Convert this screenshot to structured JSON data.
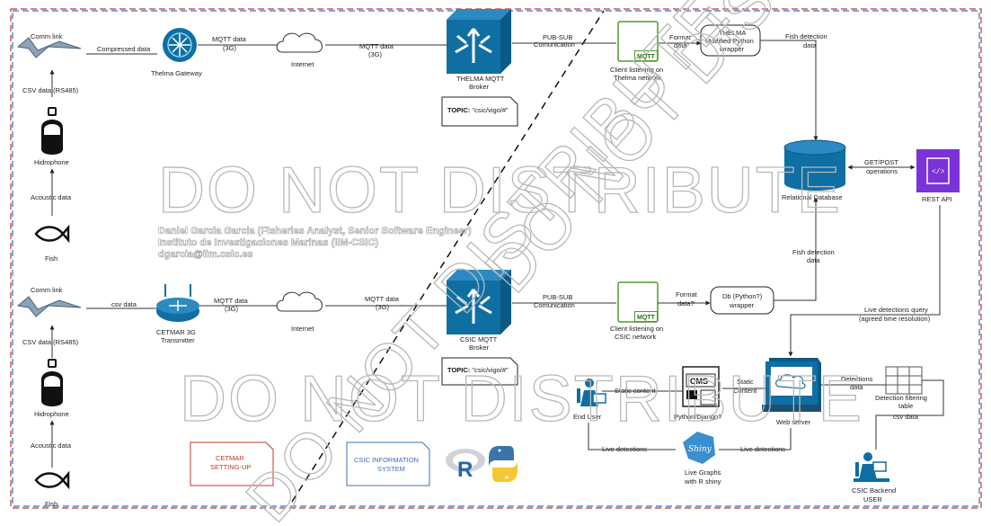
{
  "watermark": {
    "text": "DO NOT DISTRIBUTE",
    "author_name": "Daniel Garcia Garcia (Fisheries Analyst, Senior Software Engineer)",
    "author_org": "Instituto de Investigaciones Marinas (IIM-CSIC)",
    "author_email": "dgarcia@iim.csic.es"
  },
  "top_chain": {
    "comm_link": "Comm link",
    "compressed": "Compressed data",
    "csv": "CSV data (RS485)",
    "hydrophone": "Hidrophone",
    "acoustic": "Acoustic data",
    "fish": "Fish",
    "gateway": "Thelma Gateway",
    "mqtt1_a": "MQTT data",
    "mqtt1_b": "(3G)",
    "internet": "Internet",
    "mqtt2_a": "MQTT data",
    "mqtt2_b": "(3G)",
    "broker_a": "THELMA MQTT",
    "broker_b": "Broker",
    "topic_key": "TOPIC:",
    "topic_val": " \"csic/vigo/#\"",
    "pubsub_a": "PUB-SUB",
    "pubsub_b": "Comunication",
    "mqtt_badge": "MQTT",
    "client_a": "Client listening on",
    "client_b": "Thelma network",
    "format_a": "Format",
    "format_b": "data",
    "wrapper_a": "THELMA",
    "wrapper_b": "Modified Python",
    "wrapper_c": "wrapper",
    "fishdet_a": "Fish detection",
    "fishdet_b": "data"
  },
  "bottom_chain": {
    "comm_link": "Comm link",
    "csv_short": "csv data",
    "csv": "CSV data (RS485)",
    "hydrophone": "Hidrophone",
    "acoustic": "Acoustic data",
    "fish": "Fish",
    "transmitter_a": "CETMAR 3G",
    "transmitter_b": "Transmitter",
    "mqtt1_a": "MQTT data",
    "mqtt1_b": "(3G)",
    "internet": "Internet",
    "mqtt2_a": "MQTT data",
    "mqtt2_b": "(3G)",
    "broker_a": "CSIC MQTT",
    "broker_b": "Broker",
    "topic_key": "TOPIC:",
    "topic_val": " \"csic/vigo/#\"",
    "pubsub_a": "PUB-SUB",
    "pubsub_b": "Comunication",
    "mqtt_badge": "MQTT",
    "client_a": "Client listening on",
    "client_b": "CSIC network",
    "format_a": "Format",
    "format_b": "data?",
    "wrapper_a": "Db (Python?)",
    "wrapper_b": "wrapper",
    "fishdet_a": "Fish detection",
    "fishdet_b": "data"
  },
  "backend": {
    "database": "Relational Database",
    "getpost_a": "GET/POST",
    "getpost_b": "operations",
    "rest": "REST API",
    "live_query_a": "Live detections query",
    "live_query_b": "(agreed time resolution)",
    "webserver": "Web server",
    "static_a": "Static",
    "static_b": "Content",
    "cms": "CMS",
    "django": "Python/Django?",
    "static_content": "Static content",
    "enduser": "End User",
    "live1": "Live detections",
    "live2": "Live detections",
    "shiny_badge": "Shiny",
    "shiny_a": "Live Graphs",
    "shiny_b": "with R shiny",
    "det_a": "Detections",
    "det_b": "data",
    "table_a": "Detection filtering",
    "table_b": "table",
    "csv_data": "csv data",
    "backend_a": "CSIC Backend",
    "backend_b": "USER"
  },
  "legend": {
    "cetmar_a": "CETMAR",
    "cetmar_b": "SETTING-UP",
    "csic_a": "CSIC INFORMATION",
    "csic_b": "SYSTEM",
    "r_letter": "R"
  },
  "colors": {
    "red_border": "#c0392b",
    "blue_border": "#3d6fb6",
    "broker_blue": "#0f6fa3",
    "db_blue": "#0f6fa3",
    "rest_purple": "#7b32d6",
    "mqtt_green": "#4e9a2a"
  }
}
